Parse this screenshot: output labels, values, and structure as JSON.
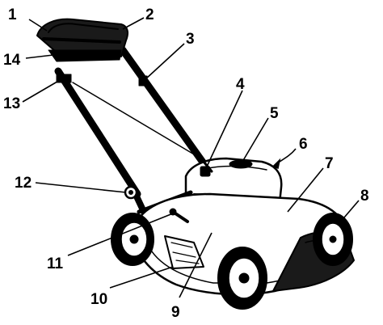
{
  "diagram": {
    "callouts": [
      {
        "id": "c1",
        "label": "1"
      },
      {
        "id": "c2",
        "label": "2"
      },
      {
        "id": "c3",
        "label": "3"
      },
      {
        "id": "c4",
        "label": "4"
      },
      {
        "id": "c5",
        "label": "5"
      },
      {
        "id": "c6",
        "label": "6"
      },
      {
        "id": "c7",
        "label": "7"
      },
      {
        "id": "c8",
        "label": "8"
      },
      {
        "id": "c9",
        "label": "9"
      },
      {
        "id": "c10",
        "label": "10"
      },
      {
        "id": "c11",
        "label": "11"
      },
      {
        "id": "c12",
        "label": "12"
      },
      {
        "id": "c13",
        "label": "13"
      },
      {
        "id": "c14",
        "label": "14"
      }
    ],
    "colors": {
      "ink": "#000000",
      "paper": "#ffffff",
      "shade": "#1a1a1a"
    }
  }
}
